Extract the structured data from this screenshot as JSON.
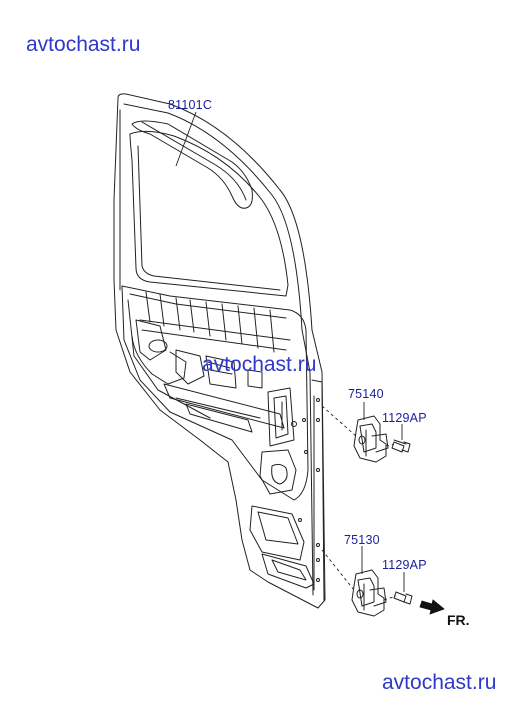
{
  "watermarks": {
    "top": "avtochast.ru",
    "middle": "avtochast.ru",
    "bottom": "avtochast.ru"
  },
  "labels": {
    "door_panel": "81101C",
    "upper_hinge": "75140",
    "upper_bolt": "1129AP",
    "lower_hinge": "75130",
    "lower_bolt": "1129AP"
  },
  "direction": "FR.",
  "colors": {
    "watermark": "#2f38c8",
    "label": "#1b1f9a",
    "line": "#222222"
  }
}
